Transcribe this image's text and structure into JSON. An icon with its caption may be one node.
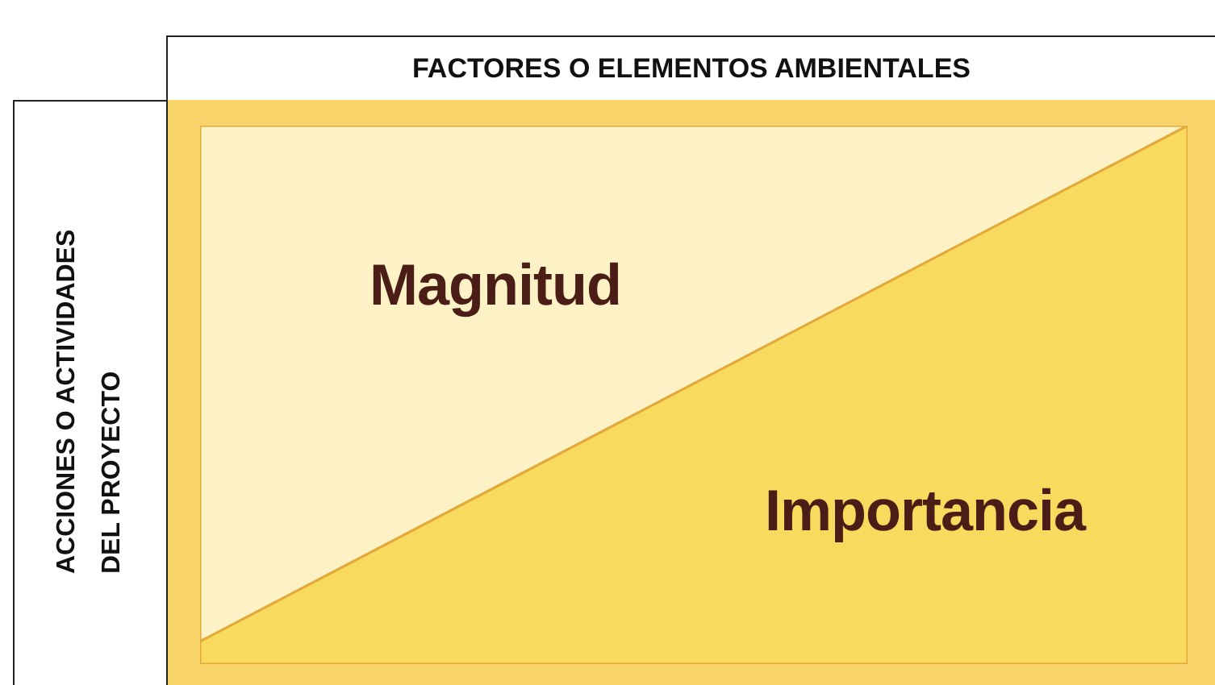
{
  "diagram": {
    "nodes": [
      {
        "text": [
          "FACTORES O ELEMENTOS AMBIENTALES"
        ]
      },
      {
        "text": [
          "ACCIONES O ACTIVIDADES DEL PROYECTO"
        ]
      },
      {
        "text": [],
        "shape": "box"
      },
      {
        "text": [
          "Magnitud"
        ],
        "in": 2
      },
      {
        "text": [
          "Importancia"
        ],
        "in": 2
      }
    ]
  }
}
